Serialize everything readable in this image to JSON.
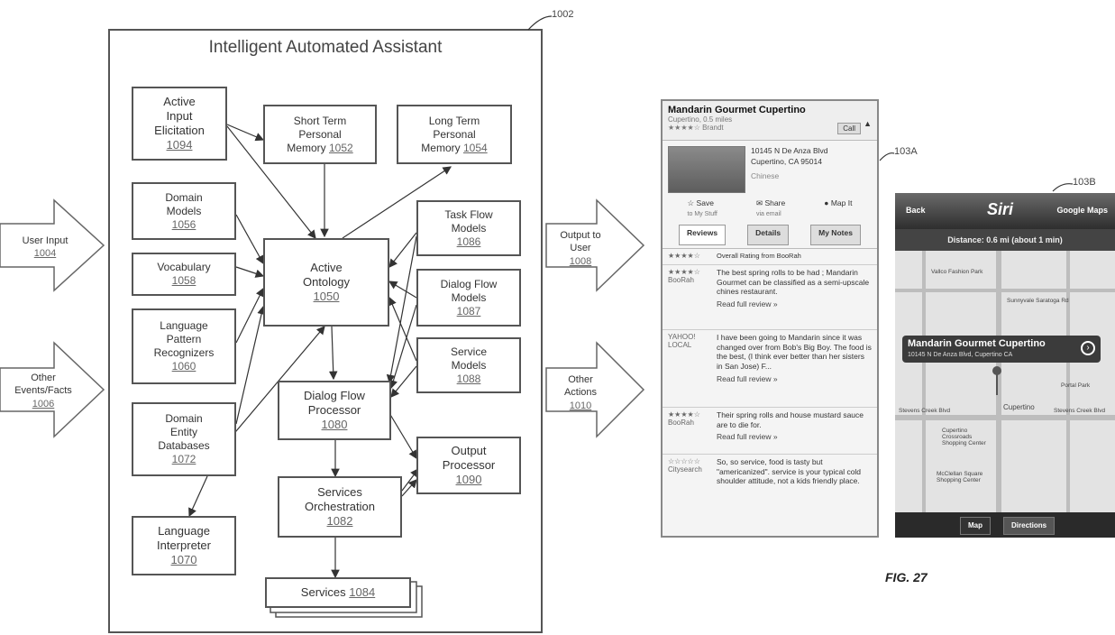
{
  "ref_ids": {
    "main": "1002",
    "screen_a": "103A",
    "screen_b": "103B"
  },
  "title": "Intelligent Automated Assistant",
  "figure_label": "FIG. 27",
  "inputs": [
    {
      "label": "User Input",
      "num": "1004"
    },
    {
      "label": "Other Events/Facts",
      "num": "1006"
    }
  ],
  "outputs": [
    {
      "label": "Output to User",
      "num": "1008"
    },
    {
      "label": "Other Actions",
      "num": "1010"
    }
  ],
  "boxes": {
    "active_input": {
      "lines": [
        "Active",
        "Input",
        "Elicitation"
      ],
      "num": "1094"
    },
    "short_term": {
      "lines": [
        "Short Term",
        "Personal",
        "Memory"
      ],
      "num": "1052"
    },
    "long_term": {
      "lines": [
        "Long Term",
        "Personal",
        "Memory"
      ],
      "num": "1054"
    },
    "domain_models": {
      "lines": [
        "Domain",
        "Models"
      ],
      "num": "1056"
    },
    "vocabulary": {
      "lines": [
        "Vocabulary"
      ],
      "num": "1058"
    },
    "language_pattern": {
      "lines": [
        "Language",
        "Pattern",
        "Recognizers"
      ],
      "num": "1060"
    },
    "domain_entity": {
      "lines": [
        "Domain",
        "Entity",
        "Databases"
      ],
      "num": "1072"
    },
    "language_interpreter": {
      "lines": [
        "Language",
        "Interpreter"
      ],
      "num": "1070"
    },
    "active_ontology": {
      "lines": [
        "Active",
        "Ontology"
      ],
      "num": "1050"
    },
    "task_flow": {
      "lines": [
        "Task Flow",
        "Models"
      ],
      "num": "1086"
    },
    "dialog_flow_models": {
      "lines": [
        "Dialog Flow",
        "Models"
      ],
      "num": "1087"
    },
    "service_models": {
      "lines": [
        "Service",
        "Models"
      ],
      "num": "1088"
    },
    "dialog_flow_processor": {
      "lines": [
        "Dialog Flow",
        "Processor"
      ],
      "num": "1080"
    },
    "output_processor": {
      "lines": [
        "Output",
        "Processor"
      ],
      "num": "1090"
    },
    "services_orchestration": {
      "lines": [
        "Services",
        "Orchestration"
      ],
      "num": "1082"
    },
    "services": {
      "lines": [
        "Services"
      ],
      "num": "1084"
    }
  },
  "screen_a": {
    "title": "Mandarin Gourmet Cupertino",
    "subtitle": "Cupertino, 0.5 miles",
    "rating_line": "★★★★☆ Brandt",
    "call_label": "Call",
    "address_lines": [
      "10145 N De Anza Blvd",
      "Cupertino, CA 95014"
    ],
    "cuisine": "Chinese",
    "actions": [
      {
        "label": "Save",
        "sub": "to My Stuff"
      },
      {
        "label": "Share",
        "sub": "via email"
      },
      {
        "label": "Map It",
        "sub": ""
      }
    ],
    "tabs": [
      "Reviews",
      "Details",
      "My Notes"
    ],
    "overall": {
      "stars": "★★★★☆",
      "text": "Overall Rating from BooRah"
    },
    "reviews": [
      {
        "source": "★★★★☆ BooRah",
        "text": "The best spring rolls to be had ; Mandarin Gourmet can be classified as a semi-upscale chines restaurant.",
        "more": "Read full review »"
      },
      {
        "source": "YAHOO! LOCAL",
        "text": "I have been going to Mandarin since it was changed over from Bob's Big Boy. The food is the best, (I think ever better than her sisters in San Jose) F...",
        "more": "Read full review »"
      },
      {
        "source": "★★★★☆ BooRah",
        "text": "Their spring rolls and house mustard sauce are to die for.",
        "more": "Read full review »"
      },
      {
        "source": "☆☆☆☆☆ Citysearch",
        "text": "So, so service, food is tasty but \"americanized\". service is your typical cold shoulder attitude, not a kids friendly place.",
        "more": ""
      }
    ]
  },
  "screen_b": {
    "back": "Back",
    "logo": "Siri",
    "google_maps": "Google Maps",
    "distance": "Distance: 0.6 mi (about 1 min)",
    "callout_name": "Mandarin Gourmet Cupertino",
    "callout_addr": "10145 N De Anza Blvd, Cupertino CA",
    "map_labels": [
      "Vallco Fashion Park",
      "Cupertino",
      "Stevens Creek Blvd",
      "Stevens Creek Blvd",
      "Cupertino Crossroads Shopping Center",
      "McClellan Square Shopping Center",
      "Portal Park",
      "Sunnyvale Saratoga Rd"
    ],
    "map_btn": "Map",
    "directions_btn": "Directions"
  }
}
